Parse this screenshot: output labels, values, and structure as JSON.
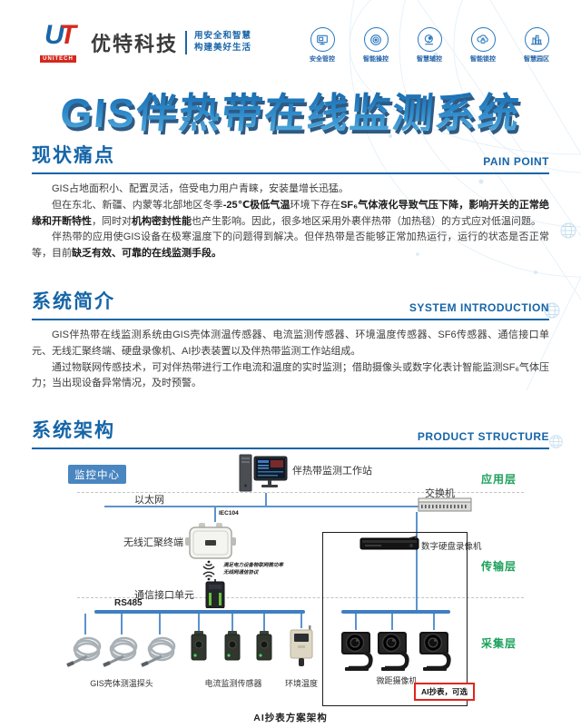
{
  "header": {
    "logo": {
      "u": "U",
      "t": "T",
      "sub": "UNITECH",
      "company": "优特科技",
      "slogan_line1": "用安全和智慧",
      "slogan_line2": "构建美好生活"
    },
    "nav_icons": [
      {
        "icon": "monitor-icon",
        "label": "安全管控"
      },
      {
        "icon": "lens-icon",
        "label": "智能操控"
      },
      {
        "icon": "camera-icon",
        "label": "智慧辅控"
      },
      {
        "icon": "cloud-lock-icon",
        "label": "智能锁控"
      },
      {
        "icon": "buildings-icon",
        "label": "智慧园区"
      }
    ]
  },
  "banner": {
    "title": "GIS伴热带在线监测系统"
  },
  "sections": {
    "pain": {
      "title": "现状痛点",
      "title_en": "PAIN POINT",
      "p1": "GIS占地面积小、配置灵活，倍受电力用户青睐，安装量增长迅猛。",
      "p2_a": "但在东北、新疆、内蒙等北部地区冬季",
      "p2_b": "-25℃极低气温",
      "p2_c": "环境下存在",
      "p2_d": "SF₆气体液化导致气压下降，影响开关的正常绝缘和开断特性",
      "p2_e": "，同时对",
      "p2_f": "机构密封性能",
      "p2_g": "也产生影响。因此，很多地区采用外裹伴热带（加热毯）的方式应对低温问题。",
      "p3_a": "伴热带的应用使GIS设备在极寒温度下的问题得到解决。但伴热带是否能够正常加热运行，运行的状态是否正常等，目前",
      "p3_b": "缺乏有效、可靠的在线监测手段。"
    },
    "intro": {
      "title": "系统简介",
      "title_en": "SYSTEM INTRODUCTION",
      "p1": "GIS伴热带在线监测系统由GIS壳体测温传感器、电流监测传感器、环境温度传感器、SF6传感器、通信接口单元、无线汇聚终端、硬盘录像机、AI抄表装置以及伴热带监测工作站组成。",
      "p2": "通过物联网传感技术，可对伴热带进行工作电流和温度的实时监测；借助摄像头或数字化表计智能监测SF₆气体压力；当出现设备异常情况，及时预警。"
    },
    "architecture": {
      "title": "系统架构",
      "title_en": "PRODUCT STRUCTURE"
    }
  },
  "diagram": {
    "monitor_center": "监控中心",
    "workstation": "伴热带监测工作站",
    "layer_app": "应用层",
    "layer_trans": "传输层",
    "layer_collect": "采集层",
    "ethernet": "以太网",
    "switch": "交换机",
    "iec": "IEC104",
    "wireless_terminal": "无线汇聚终端",
    "protocol_note_1": "满足电力设备物联网微功率",
    "protocol_note_2": "无线网通信协议",
    "comm_unit": "通信接口单元",
    "rs485": "RS485",
    "dvr": "数字硬盘录像机",
    "probe_label": "GIS壳体测温探头",
    "current_label": "电流监测传感器",
    "env_label": "环境温度",
    "camera_label": "微距摄像机",
    "ai_optional": "AI抄表，可选",
    "caption": "AI抄表方案架构"
  },
  "colors": {
    "accent_blue": "#1565a8",
    "layer_green": "#1ba05a",
    "alert_red": "#e1251b",
    "bus_blue": "#3f7fc1"
  }
}
